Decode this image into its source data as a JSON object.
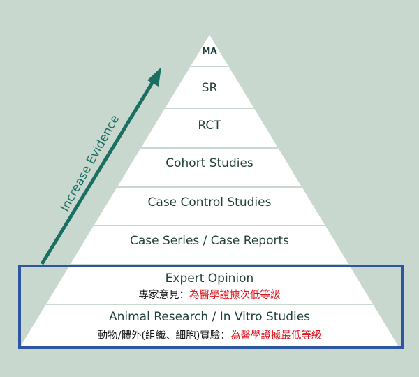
{
  "arrow_label": "Increase Evidence",
  "tiers": [
    {
      "label": "MA"
    },
    {
      "label": "SR"
    },
    {
      "label": "RCT"
    },
    {
      "label": "Cohort Studies"
    },
    {
      "label": "Case Control Studies"
    },
    {
      "label": "Case Series / Case Reports"
    },
    {
      "label": "Expert Opinion"
    },
    {
      "label": "Animal Research / In Vitro Studies"
    }
  ],
  "notes": {
    "expert_prefix": "專家意見：",
    "expert_highlight": "為醫學證據次低等級",
    "animal_prefix": "動物/體外(組織、細胞)實驗：",
    "animal_highlight": "為醫學證據最低等級"
  },
  "colors": {
    "background": "#c9d8cf",
    "pyramid_fill": "#ffffff",
    "divider": "#c9d8cf",
    "arrow": "#1a6e62",
    "label_text": "#1f3f3a",
    "highlight_box": "#2c56a2",
    "highlight_text": "#e0141e"
  }
}
